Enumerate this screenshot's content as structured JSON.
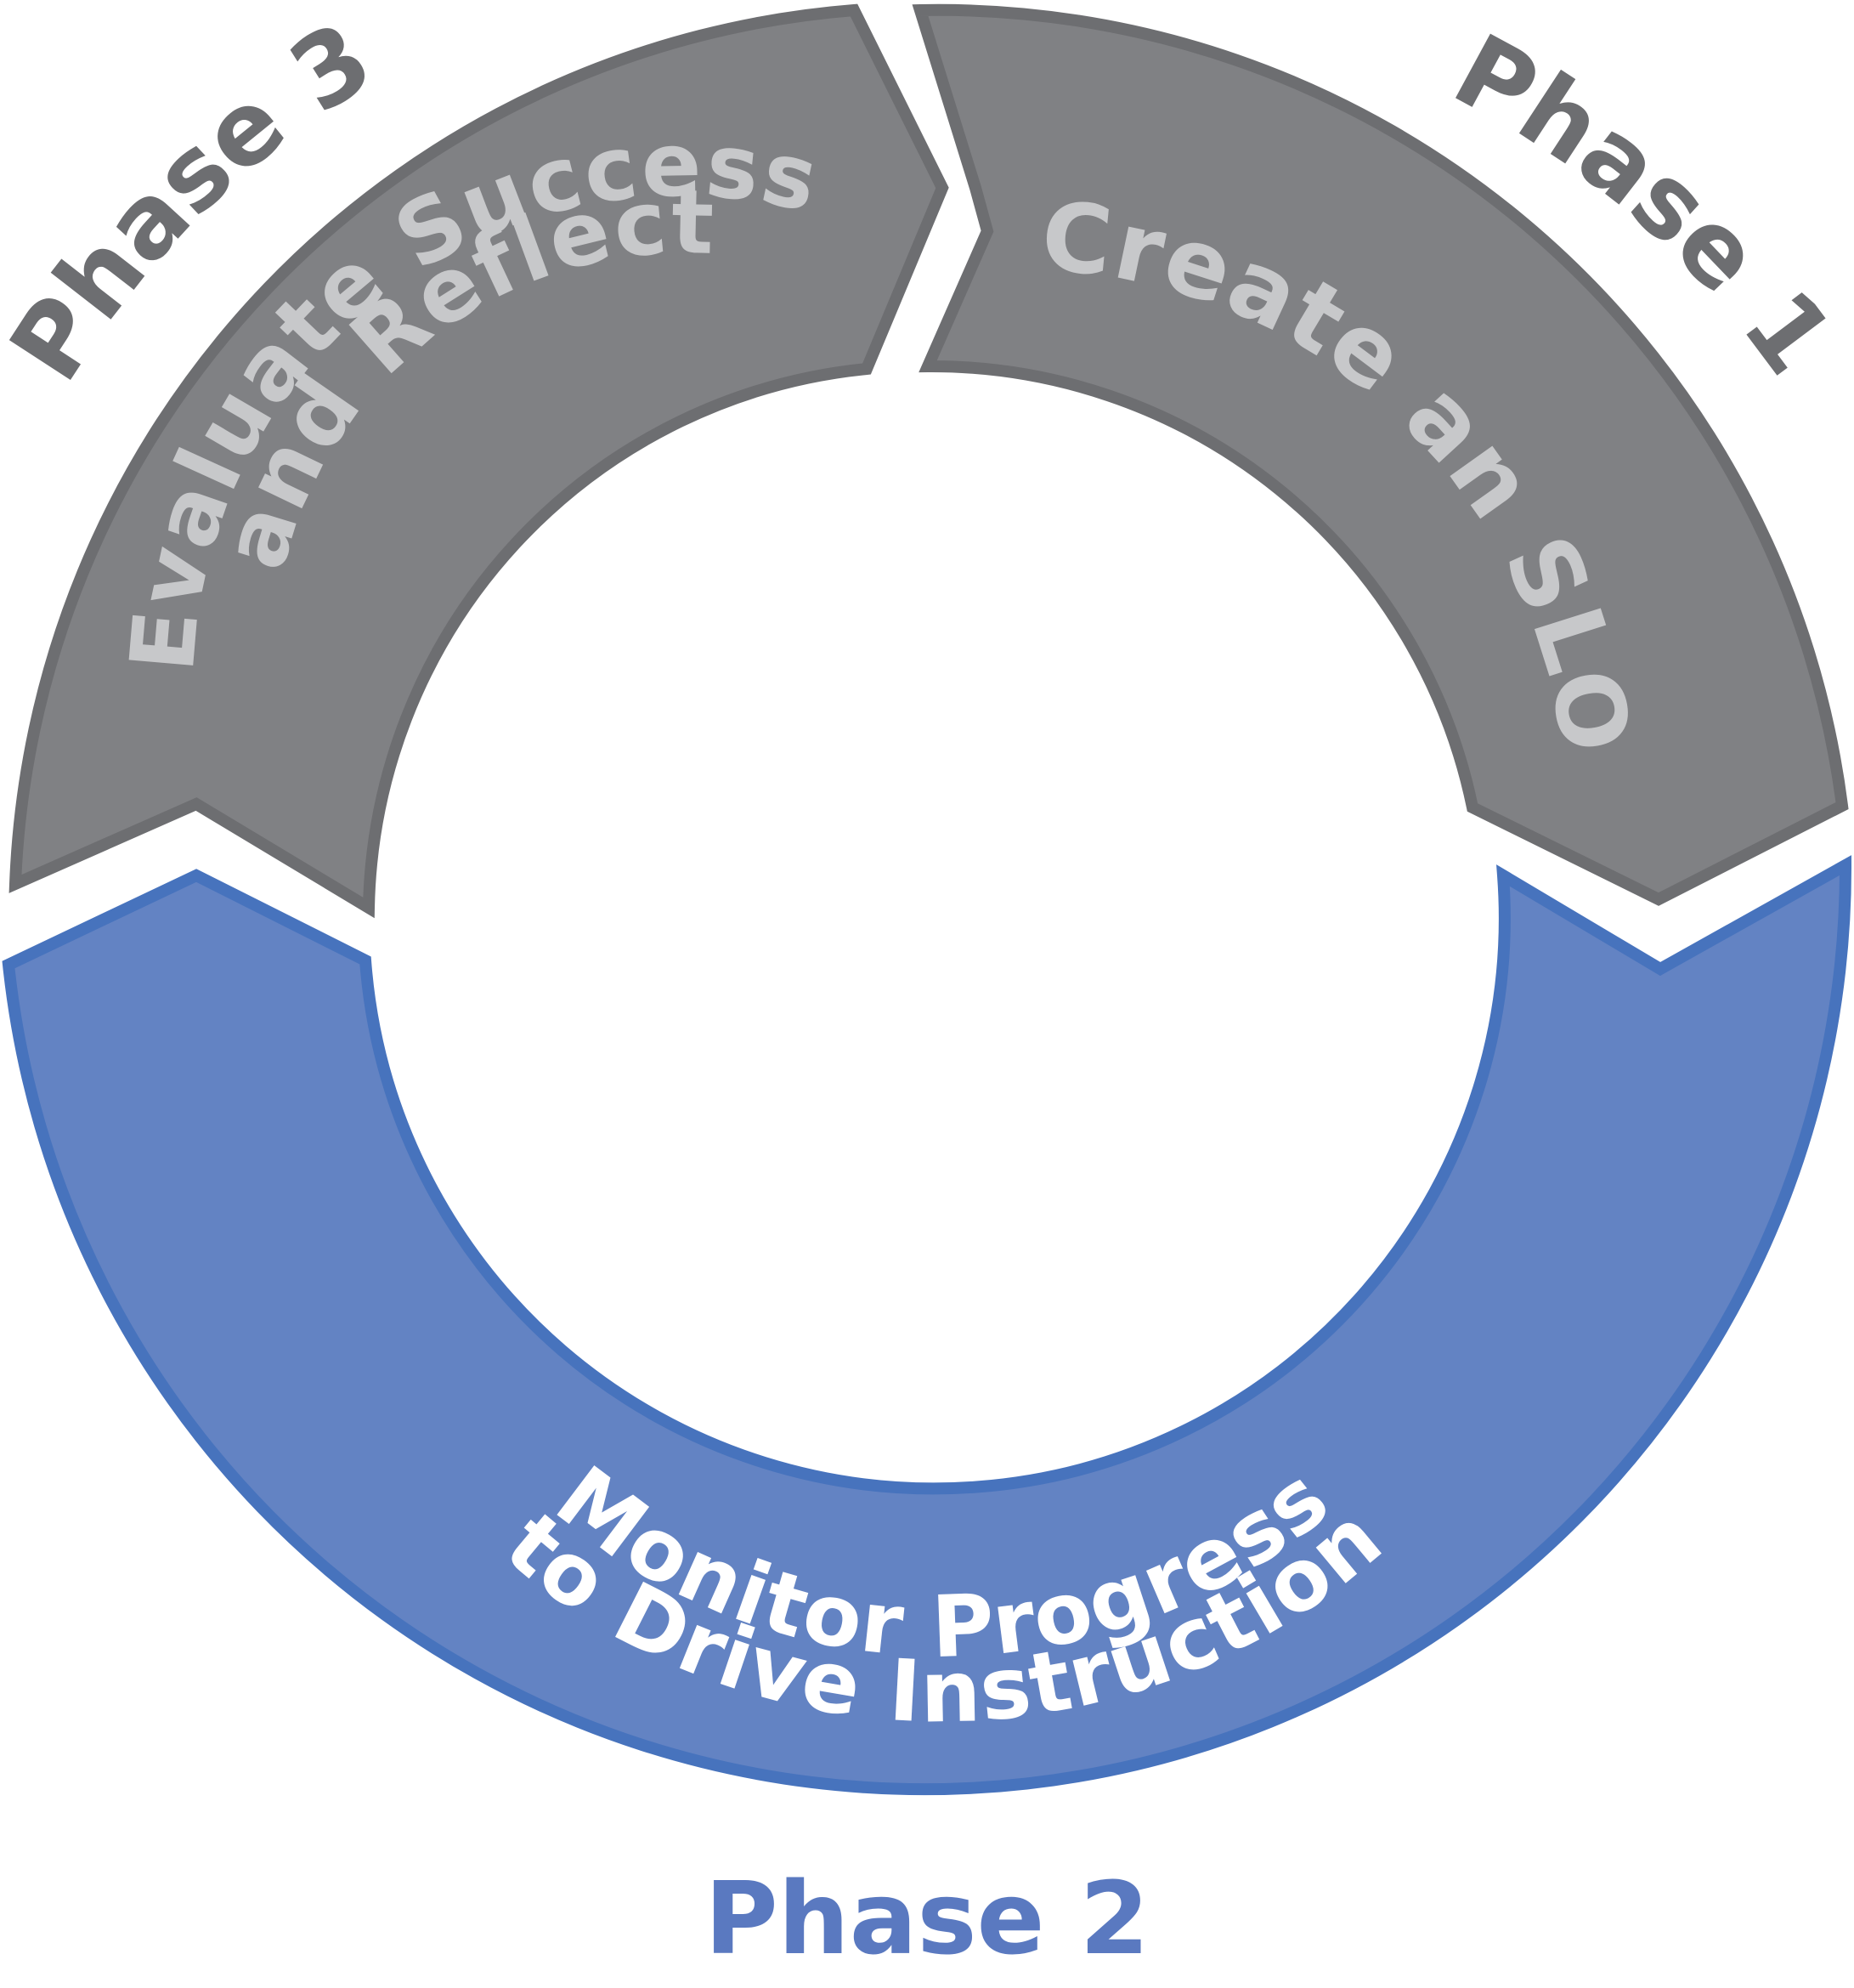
{
  "diagram": {
    "segments": [
      {
        "id": "phase-1",
        "phase_label": "Phase 1",
        "title": "Create an SLO",
        "fill": "#808184",
        "stroke": "#6d6e71",
        "text_color": "#c7c8ca",
        "phase_color": "#6d6e71"
      },
      {
        "id": "phase-2",
        "phase_label": "Phase 2",
        "title_line_1": "Monitor Progress",
        "title_line_2": "to Drive Instruction",
        "fill": "#6383c3",
        "stroke": "#4773bd",
        "text_color": "#ffffff",
        "phase_color": "#5a79c0"
      },
      {
        "id": "phase-3",
        "phase_label": "Phase 3",
        "title_line_1": "Evaluate Success",
        "title_line_2": "and Reflect",
        "fill": "#808184",
        "stroke": "#6d6e71",
        "text_color": "#c7c8ca",
        "phase_color": "#6d6e71"
      }
    ]
  }
}
